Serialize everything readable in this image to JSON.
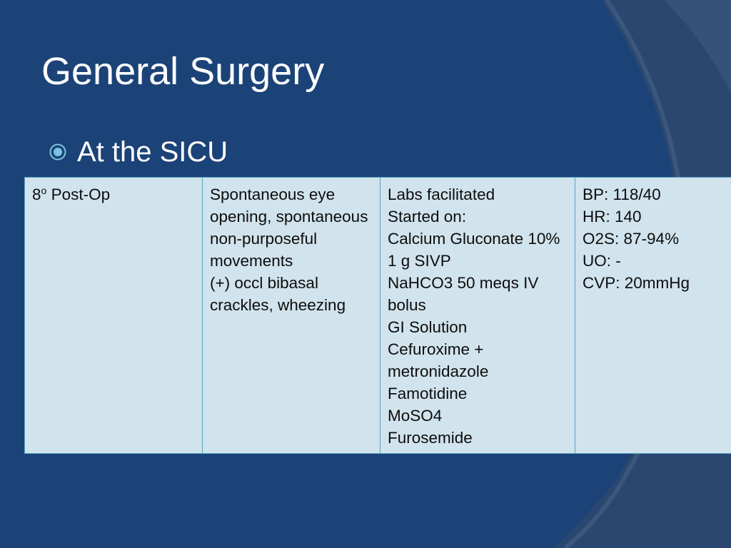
{
  "slide": {
    "title": "General Surgery",
    "bullet": {
      "icon": "circled-dot-bullet-icon",
      "text": "At the SICU"
    }
  },
  "colors": {
    "background": "#2b4770",
    "panel": "#1c4377",
    "table_fill": "#d1e3ec",
    "table_border": "#5aa5c4",
    "text_light": "#ffffff",
    "text_dark": "#0d0d0d"
  },
  "table": {
    "rows": [
      {
        "time": {
          "number": "8",
          "superscript": "o",
          "suffix": " Post-Op"
        },
        "findings": "Spontaneous eye opening, spontaneous non-purposeful movements\n(+) occl bibasal crackles, wheezing",
        "management": "Labs facilitated\nStarted on:\nCalcium Gluconate 10%  1 g SIVP\nNaHCO3 50 meqs IV bolus\nGI Solution\nCefuroxime + metronidazole\nFamotidine\nMoSO4\nFurosemide",
        "vitals": "BP: 118/40\nHR: 140\nO2S: 87-94%\nUO: -\nCVP: 20mmHg"
      }
    ]
  }
}
